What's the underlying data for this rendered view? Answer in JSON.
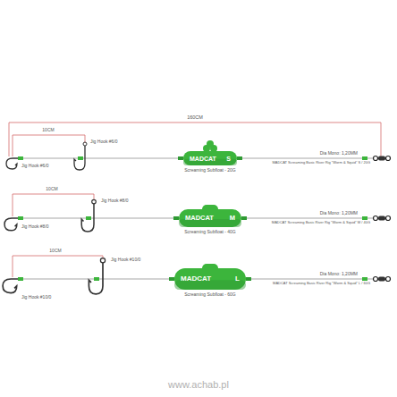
{
  "diagram": {
    "nodes": [
      {
        "text": [
          "MADCAT",
          "S"
        ]
      },
      {
        "text": [
          "MADCAT",
          "M"
        ]
      },
      {
        "text": [
          "MADCAT",
          "L"
        ]
      }
    ],
    "labels": [
      "160CM",
      "10CM",
      "Jig Hook #6/0",
      "Jig Hook #6/0",
      "Screaming Subfloat - 20G",
      "Dia Mono: 1,20MM",
      "MADCAT Screaming Basic River Rig \"Worm & Squid\" S / 20G",
      "10CM",
      "Jig Hook #8/0",
      "Jig Hook #8/0",
      "Screaming Subfloat - 40G",
      "Dia Mono: 1,20MM",
      "MADCAT Screaming Basic River Rig \"Worm & Squid\" M / 40G",
      "10CM",
      "Jig Hook #10/0",
      "Jig Hook #10/0",
      "Screaming Subfloat - 60G",
      "Dia Mono: 1,20MM",
      "MADCAT Screaming Basic River Rig \"Worm & Squid\" L / 60G",
      "www.achab.pl"
    ]
  }
}
